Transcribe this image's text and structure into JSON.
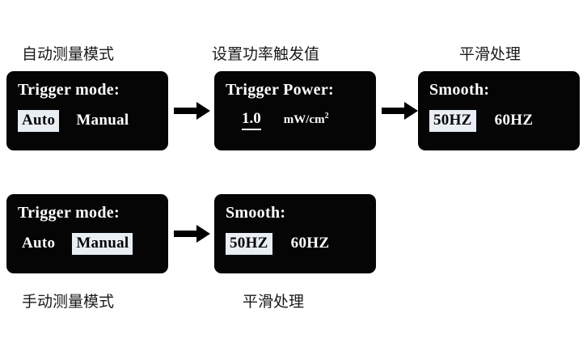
{
  "page": {
    "background": "#ffffff",
    "screen_bg": "#050505",
    "screen_fg": "#ffffff",
    "highlight_bg": "#e9eef5",
    "highlight_fg": "#050505",
    "caption_color": "#1a1a1a"
  },
  "captions": {
    "auto_mode": "自动测量模式",
    "set_trigger_power": "设置功率触发值",
    "smooth_top": "平滑处理",
    "manual_mode": "手动测量模式",
    "smooth_bottom": "平滑处理"
  },
  "screens": {
    "trigger_mode_auto": {
      "title": "Trigger mode:",
      "options": [
        {
          "label": "Auto",
          "selected": true
        },
        {
          "label": "Manual",
          "selected": false
        }
      ]
    },
    "trigger_power": {
      "title": "Trigger Power:",
      "value": "1.0",
      "unit": "mW/cm",
      "unit_sup": "2"
    },
    "smooth_top": {
      "title": "Smooth:",
      "options": [
        {
          "label": "50HZ",
          "selected": true
        },
        {
          "label": "60HZ",
          "selected": false
        }
      ]
    },
    "trigger_mode_manual": {
      "title": "Trigger mode:",
      "options": [
        {
          "label": "Auto",
          "selected": false
        },
        {
          "label": "Manual",
          "selected": true
        }
      ]
    },
    "smooth_bottom": {
      "title": "Smooth:",
      "options": [
        {
          "label": "50HZ",
          "selected": true
        },
        {
          "label": "60HZ",
          "selected": false
        }
      ]
    }
  },
  "arrows": {
    "icon": "right-arrow-icon"
  }
}
